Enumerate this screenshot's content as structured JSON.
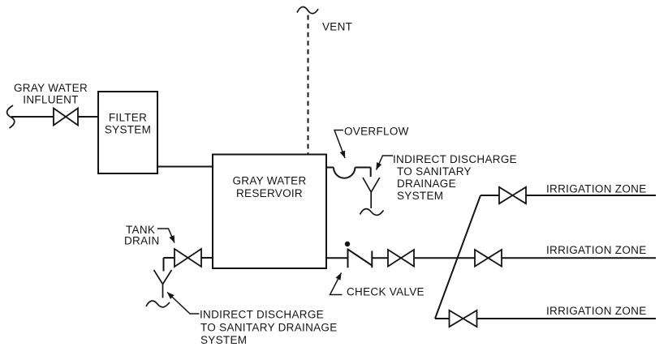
{
  "diagram": {
    "type": "piping-schematic",
    "colors": {
      "line": "#141414",
      "background": "#ffffff"
    },
    "labels": {
      "influent": {
        "line1": "GRAY WATER",
        "line2": "INFLUENT"
      },
      "filter": {
        "line1": "FILTER",
        "line2": "SYSTEM"
      },
      "reservoir": {
        "line1": "GRAY WATER",
        "line2": "RESERVOIR"
      },
      "vent": "VENT",
      "overflow": "OVERFLOW",
      "indirect_overflow": {
        "line1": "INDIRECT DISCHARGE",
        "line2": "TO SANITARY",
        "line3": "DRAINAGE",
        "line4": "SYSTEM"
      },
      "tank_drain": {
        "line1": "TANK",
        "line2": "DRAIN"
      },
      "check_valve": "CHECK VALVE",
      "indirect_drain": {
        "line1": "INDIRECT DISCHARGE",
        "line2": "TO SANITARY DRAINAGE",
        "line3": "SYSTEM"
      },
      "irrigation": {
        "zone1": "IRRIGATION ZONE",
        "zone2": "IRRIGATION ZONE",
        "zone3": "IRRIGATION ZONE"
      }
    },
    "icons": [
      "pipe-break-icon",
      "shutoff-valve-icon",
      "check-valve-icon",
      "indirect-waste-funnel-icon",
      "vent-break-icon",
      "leader-arrow-icon"
    ]
  }
}
